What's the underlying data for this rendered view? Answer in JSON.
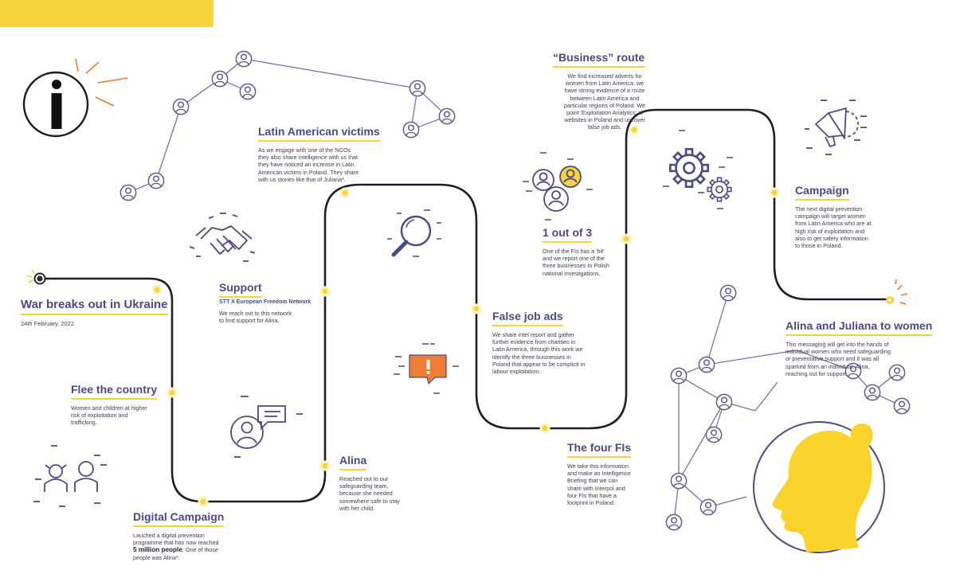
{
  "colors": {
    "accent": "#f5d43c",
    "path": "#1e1e2c",
    "ink": "#4a4a86",
    "line": "#6a6aa0",
    "orange": "#f07a28",
    "alert": "#ef7d34"
  },
  "icons": [
    "info-icon",
    "handshake-icon",
    "magnifier-icon",
    "alert-bubble-icon",
    "chat-person-icon",
    "children-icon",
    "gears-icon",
    "megaphone-icon",
    "person-group-icon",
    "woman-silhouette-icon",
    "network-person-icon"
  ],
  "steps": {
    "war": {
      "title": "War breaks out in Ukraine",
      "date": "24th February, 2022"
    },
    "flee": {
      "title": "Flee the country",
      "body": [
        "Women and children at higher",
        "risk of exploitation and",
        "trafficking."
      ]
    },
    "digital": {
      "title": "Digital Campaign",
      "body": [
        "Lauched a digital prevention",
        "programme that has now reached"
      ],
      "highlight": "5 million people",
      "body_rest": ". One of those",
      "body_end": "people was Alina*."
    },
    "support": {
      "title": "Support",
      "subtitle": "STT X European Freedom Network",
      "body": [
        "We reach out to this network",
        "to find support for Alina."
      ]
    },
    "alina": {
      "title": "Alina",
      "body": [
        "Reached out to our",
        "safeguarding team,",
        "because she needed",
        "somewhere safe to stay",
        "with her child."
      ]
    },
    "latin": {
      "title": "Latin American victims",
      "body": [
        "As we engage with one of the NGOs",
        "they also share intelligence with us that",
        "they have noticed an increase in Latin",
        "American victims in Poland. They share",
        "with us stories like that of Juliana*."
      ]
    },
    "falsejob": {
      "title": "False job ads",
      "body": [
        "We share intel report and gather",
        "further evidence from charities in",
        "Latin America, through this work we",
        "identify the three businesses in",
        "Poland that appear to be complicit in",
        "labour exploitation."
      ]
    },
    "fourfis": {
      "title": "The four FIs",
      "body": [
        "We take this information",
        "and make an Intelligence",
        "Briefing that we can",
        "share with Interpol and",
        "four FIs that have a",
        "footprint in Poland."
      ]
    },
    "oneof3": {
      "title": "1 out of 3",
      "body": [
        "One of the FIs has a 'hit'",
        "and we report one of the",
        "three businesses to Polish",
        "national investigations."
      ]
    },
    "business": {
      "title": "“Business” route",
      "body": [
        "We find increased adverts for",
        "women from Latin America, we",
        "have strong evidence of a route",
        "between Latin America and",
        "particular regions of Poland. We",
        "point 'Exploitation Analytics' at",
        "websites in Poland and uncover",
        "false job ads."
      ]
    },
    "campaign": {
      "title": "Campaign",
      "body": [
        "The next digital prevention",
        "campaign will target women",
        "from Latin America who are at",
        "high risk of exploitation and",
        "also to get safety information",
        "to those in Poland."
      ]
    },
    "women": {
      "title": "Alina and Juliana to women",
      "body": [
        "This messaging will get into the hands of",
        "individual women who need safeguarding",
        "or preventative support and it was all",
        "sparked from an individual, Alina,",
        "reaching out for support."
      ]
    }
  }
}
